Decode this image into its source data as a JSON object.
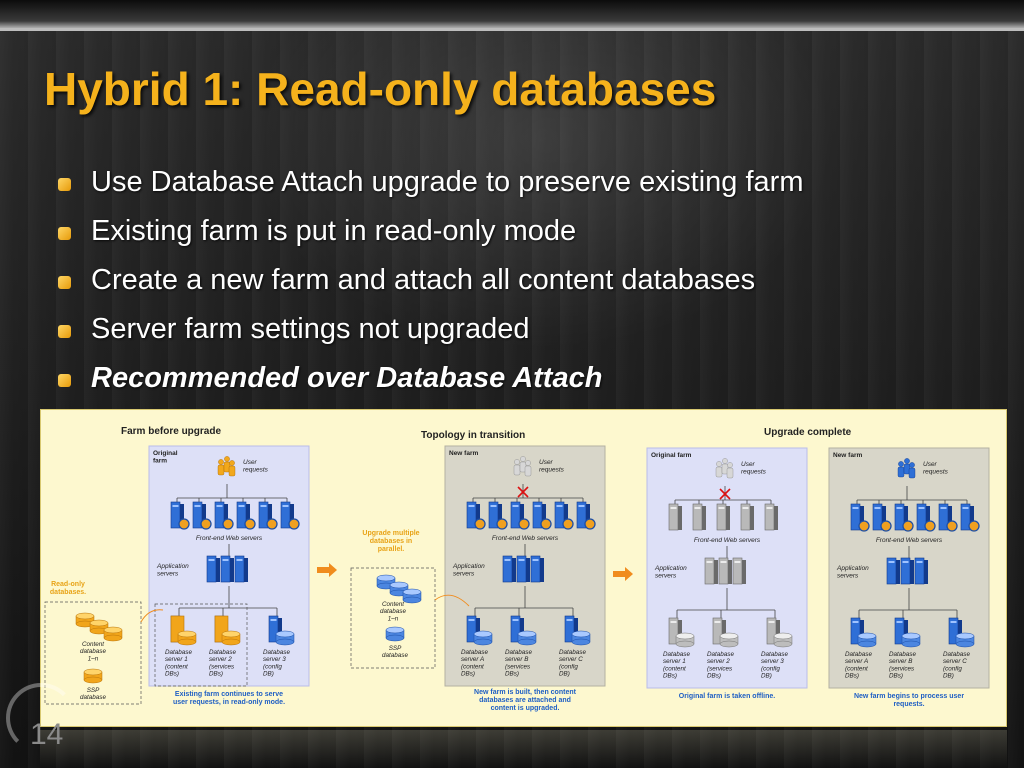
{
  "slide": {
    "title": "Hybrid 1: Read-only databases",
    "slide_number": "14",
    "bullets": [
      {
        "text": "Use Database Attach upgrade to preserve existing farm",
        "emphasis": false
      },
      {
        "text": "Existing farm is put in read-only mode",
        "emphasis": false
      },
      {
        "text": "Create a new farm and attach all content databases",
        "emphasis": false
      },
      {
        "text": "Server farm settings not upgraded",
        "emphasis": false
      },
      {
        "text": "Recommended over Database Attach",
        "emphasis": true
      }
    ]
  },
  "colors": {
    "title": "#f5b21c",
    "bullet": "#f0a818",
    "diagram_bg": "#fdf8cf",
    "caption_blue": "#1f5fc4",
    "note_orange": "#e8a317",
    "arrow_orange": "#f08c1e"
  },
  "diagram": {
    "headings": [
      "Farm before upgrade",
      "Topology in transition",
      "Upgrade complete"
    ],
    "read_only_note": "Read-only\ndatabases.",
    "parallel_note": "Upgrade multiple\ndatabases in\nparallel.",
    "panels": [
      {
        "label": "Original\nfarm",
        "user_label": "User\nrequests",
        "web_label": "Front-end Web servers",
        "app_label": "Application\nservers",
        "db_labels": [
          "Database\nserver 1\n(content\nDBs)",
          "Database\nserver 2\n(services\nDBs)",
          "Database\nserver 3\n(config\nDB)"
        ],
        "caption": "Existing farm continues to serve\nuser requests, in read-only mode."
      },
      {
        "label": "New farm",
        "user_label": "User\nrequests",
        "web_label": "Front-end Web servers",
        "app_label": "Application\nservers",
        "db_labels": [
          "Database\nserver A\n(content\nDBs)",
          "Database\nserver B\n(services\nDBs)",
          "Database\nserver C\n(config\nDB)"
        ],
        "caption": "New farm is built, then content\ndatabases are attached and\ncontent is upgraded."
      },
      {
        "label": "Original farm",
        "user_label": "User\nrequests",
        "web_label": "Front-end Web servers",
        "app_label": "Application\nservers",
        "db_labels": [
          "Database\nserver 1\n(content\nDBs)",
          "Database\nserver 2\n(services\nDBs)",
          "Database\nserver 3\n(config\nDB)"
        ],
        "caption": "Original farm is taken offline."
      },
      {
        "label": "New farm",
        "user_label": "User\nrequests",
        "web_label": "Front-end Web servers",
        "app_label": "Application\nservers",
        "db_labels": [
          "Database\nserver A\n(content\nDBs)",
          "Database\nserver B\n(services\nDBs)",
          "Database\nserver C\n(config\nDB)"
        ],
        "caption": "New farm begins to process user\nrequests."
      }
    ],
    "left_dbs": {
      "content": "Content\ndatabase\n1–n",
      "ssp": "SSP\ndatabase"
    },
    "middle_dbs": {
      "content": "Content\ndatabase\n1–n",
      "ssp": "SSP\ndatabase"
    }
  }
}
